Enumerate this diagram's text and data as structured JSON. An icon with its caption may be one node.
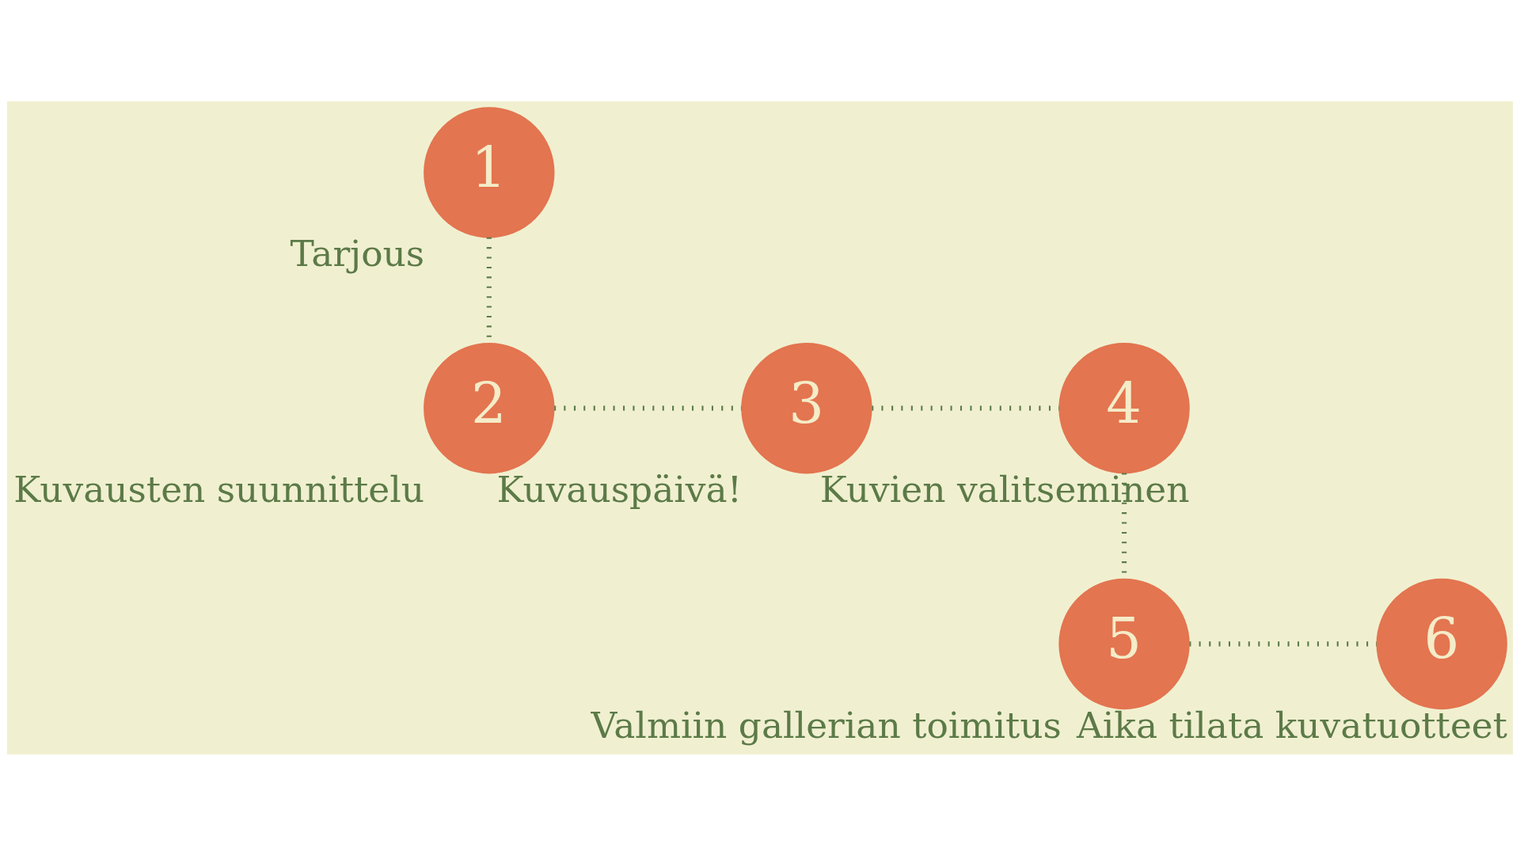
{
  "diagram": {
    "nodes": [
      {
        "text": [
          "1"
        ],
        "beside": [
          "Tarjous"
        ]
      },
      {
        "text": [
          "2"
        ],
        "beside": [
          "Kuvausten suunnittelu"
        ]
      },
      {
        "text": [
          "3"
        ],
        "beside": [
          "Kuvauspäivä!"
        ]
      },
      {
        "text": [
          "4"
        ],
        "beside": [
          "Kuvien valitseminen"
        ]
      },
      {
        "text": [
          "5"
        ],
        "beside": [
          "Valmiin gallerian toimitus"
        ]
      },
      {
        "text": [
          "6"
        ],
        "beside": [
          "Aika tilata kuvatuotteet"
        ]
      }
    ],
    "edges": [
      {
        "from": 0,
        "to": 1,
        "arrow": "none"
      },
      {
        "from": 1,
        "to": 2,
        "arrow": "none"
      },
      {
        "from": 2,
        "to": 3,
        "arrow": "none"
      },
      {
        "from": 3,
        "to": 4,
        "arrow": "none"
      },
      {
        "from": 4,
        "to": 5,
        "arrow": "none"
      }
    ]
  }
}
